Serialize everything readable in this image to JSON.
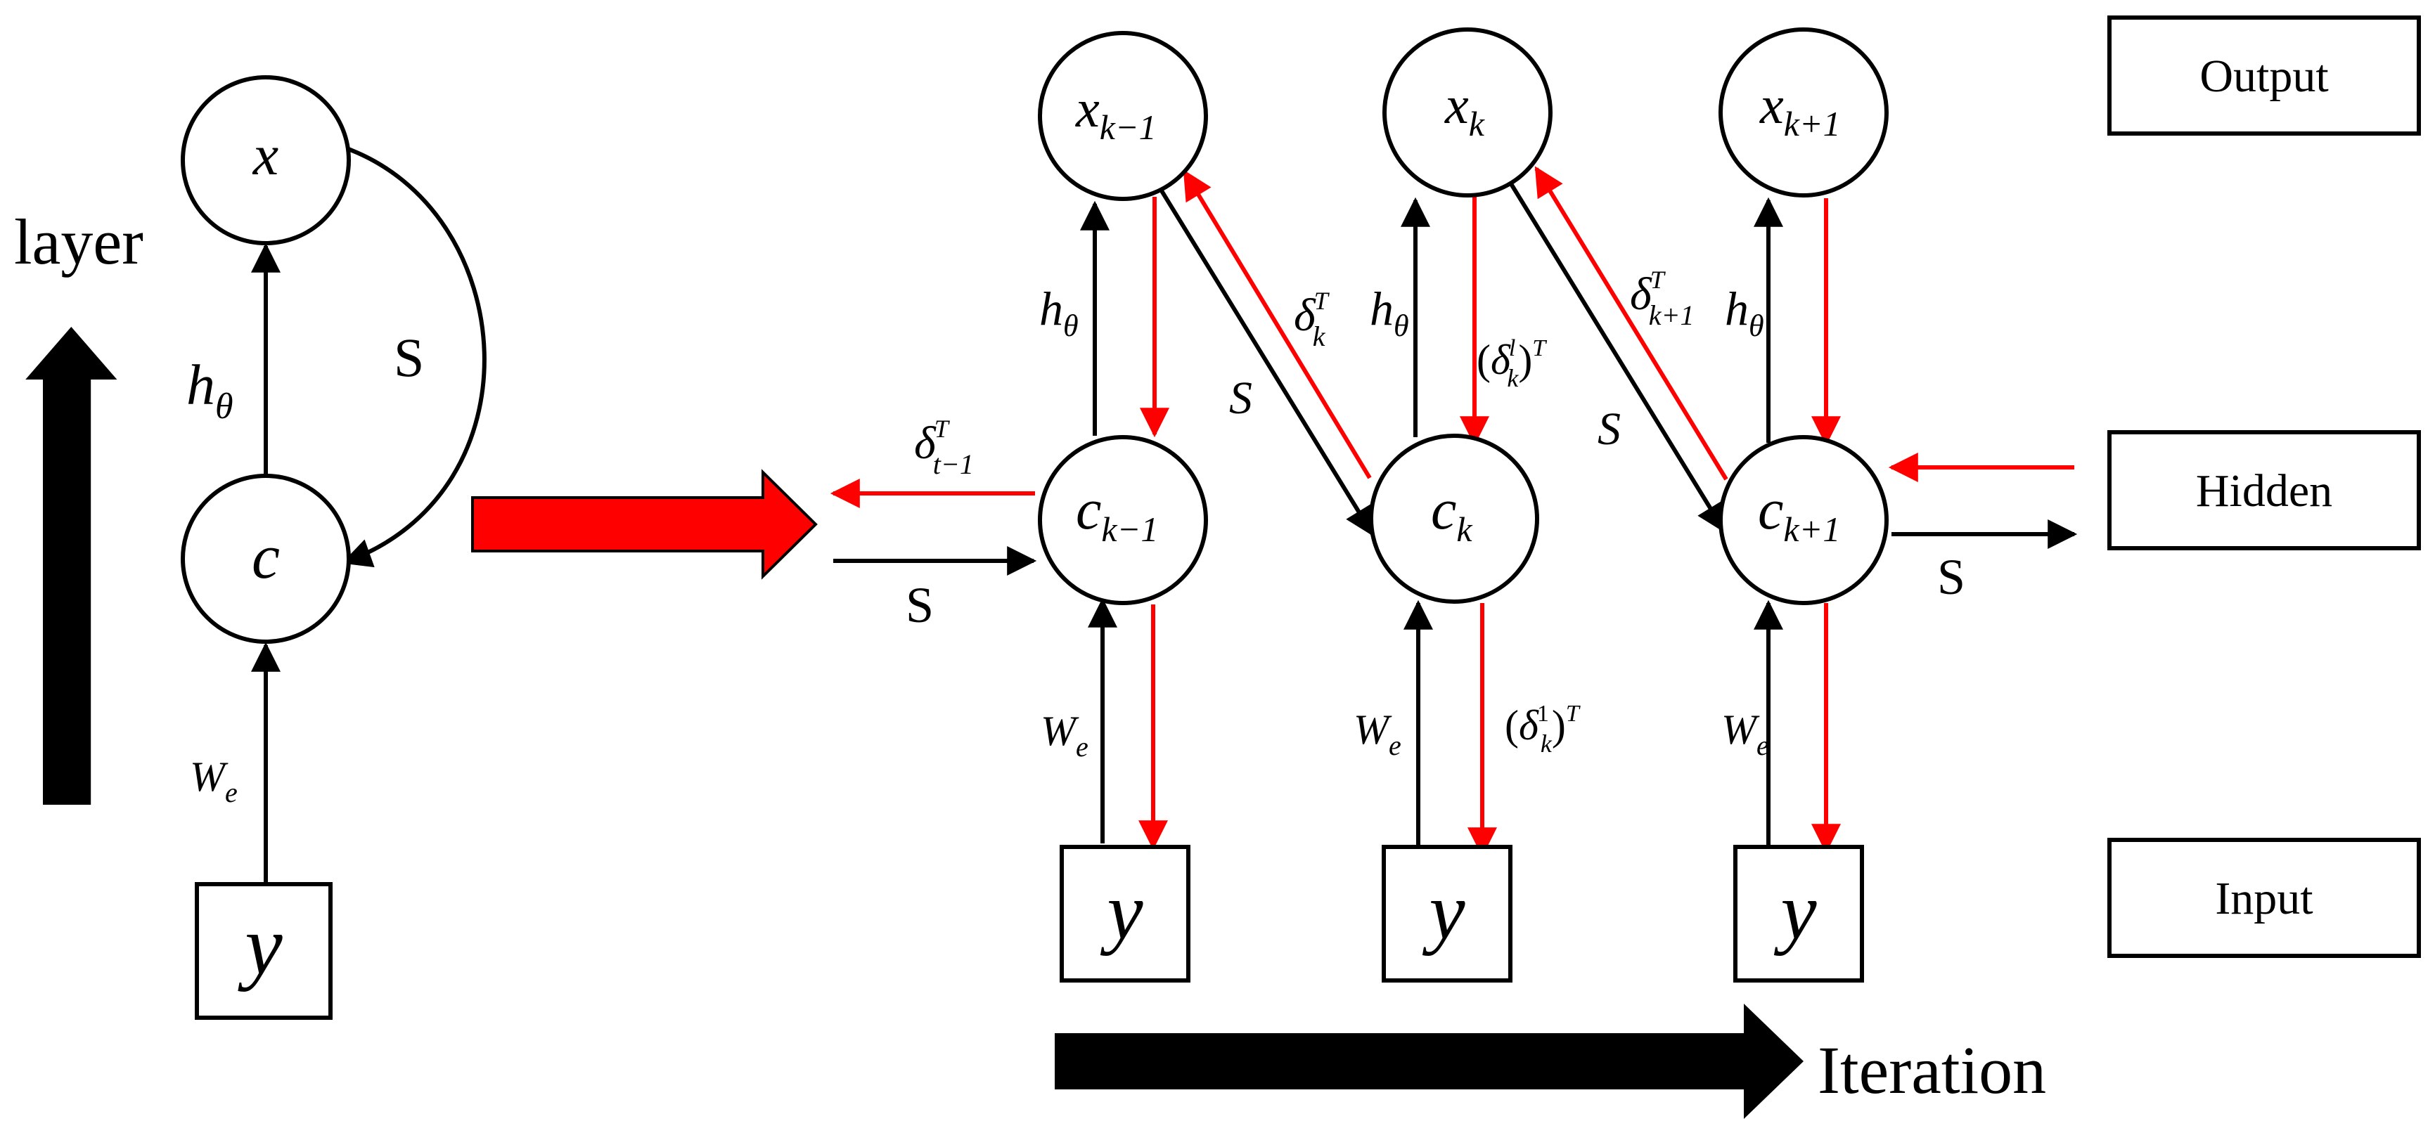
{
  "colors": {
    "forward": "#000000",
    "backward": "#ff0000",
    "background": "#ffffff"
  },
  "folded": {
    "x": "x",
    "c": "c",
    "y": "y",
    "h_base": "h",
    "h_sub": "θ",
    "w_base": "W",
    "w_sub": "e",
    "s": "S",
    "layer": "layer"
  },
  "unfolded": {
    "x_base": "x",
    "c_base": "c",
    "y": "y",
    "sub_prev": "k−1",
    "sub_cur": "k",
    "sub_next": "k+1",
    "h_base": "h",
    "h_sub": "θ",
    "w_base": "W",
    "w_sub": "e",
    "s_upright": "S",
    "s_italic": "S",
    "delta": "δ",
    "delta_sup": "T",
    "delta_prev_sub": "t−1",
    "delta_cur_sub": "k",
    "delta_next_sub": "k+1",
    "dl_open": "(",
    "dl_close": ")",
    "dl_sup_l": "l",
    "dl_sup_1": "1",
    "dl_sup_T": "T"
  },
  "legend": {
    "output": "Output",
    "hidden": "Hidden",
    "input": "Input"
  },
  "footer": {
    "iteration": "Iteration"
  }
}
